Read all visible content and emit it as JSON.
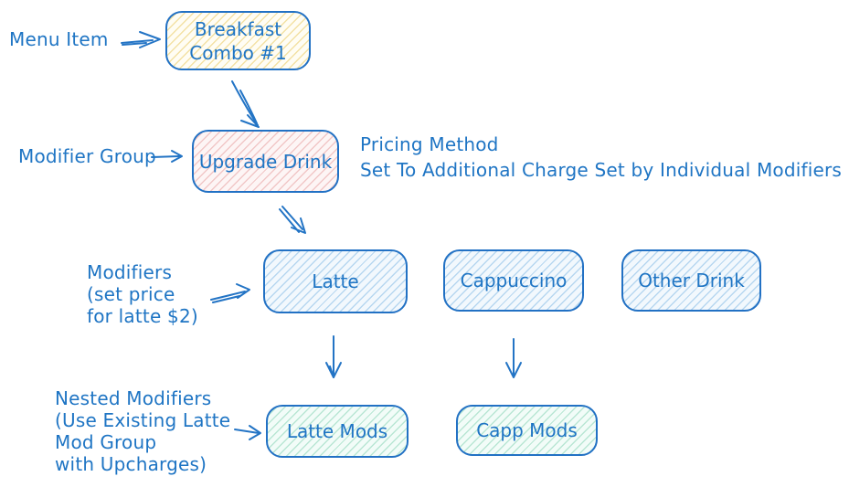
{
  "diagram": {
    "labels": {
      "menu_item": "Menu Item",
      "modifier_group": "Modifier Group",
      "pricing_method": "Pricing Method\nSet To Additional Charge Set by Individual Modifiers",
      "modifiers": "Modifiers\n(set price\nfor latte $2)",
      "nested_modifiers": "Nested Modifiers\n(Use Existing Latte\nMod Group\nwith Upcharges)"
    },
    "nodes": {
      "breakfast_combo": "Breakfast\nCombo #1",
      "upgrade_drink": "Upgrade Drink",
      "latte": "Latte",
      "cappuccino": "Cappuccino",
      "other_drink": "Other Drink",
      "latte_mods": "Latte Mods",
      "capp_mods": "Capp Mods"
    },
    "arrows": [
      "menu-item-label to breakfast-combo",
      "breakfast-combo to upgrade-drink",
      "modifier-group-label to upgrade-drink",
      "upgrade-drink to latte",
      "modifiers-label to latte",
      "latte to latte-mods",
      "cappuccino to capp-mods",
      "nested-modifiers-label to latte-mods"
    ],
    "colors": {
      "stroke": "#2271c4",
      "text": "#1f75c4",
      "yellow_fill": "#fffdf4",
      "yellow_hatch": "#f3e1a4",
      "pink_fill": "#fdf5f5",
      "pink_hatch": "#f1c7c7",
      "blue_fill": "#f2f8fd",
      "blue_hatch": "#b7d7f0",
      "green_fill": "#f2fcf8",
      "green_hatch": "#b9e6d4"
    }
  }
}
